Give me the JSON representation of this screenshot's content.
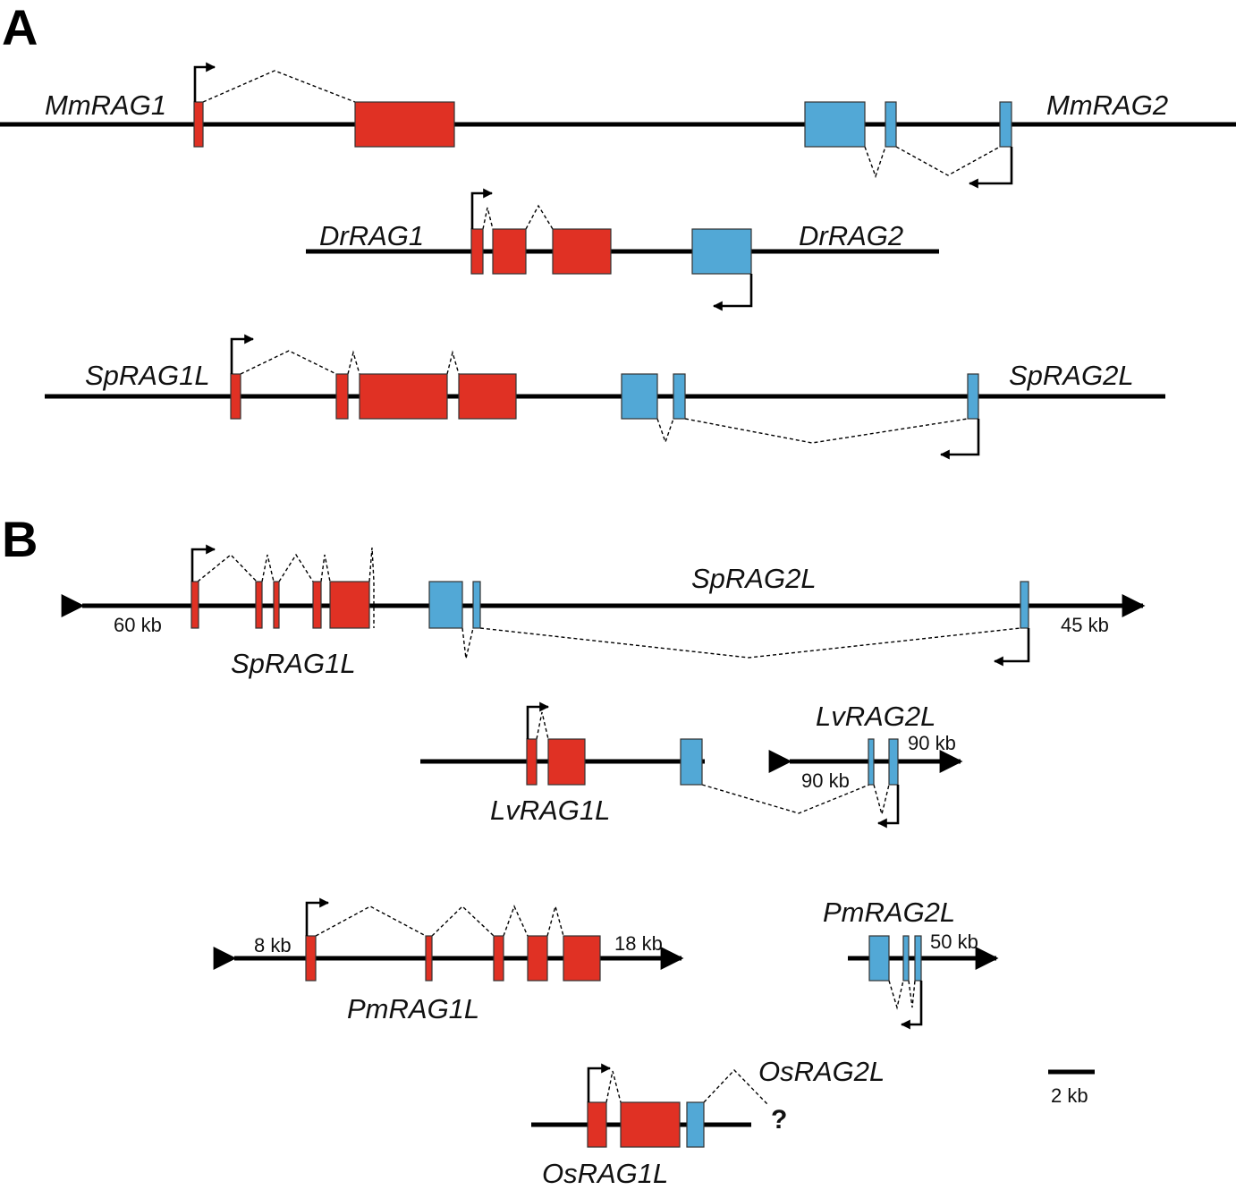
{
  "colors": {
    "rag1": "#E03124",
    "rag2": "#52A8D6",
    "line": "#000000"
  },
  "panels": {
    "a": "A",
    "b": "B"
  },
  "genes": {
    "mm_rag1": "MmRAG1",
    "mm_rag2": "MmRAG2",
    "dr_rag1": "DrRAG1",
    "dr_rag2": "DrRAG2",
    "sp_rag1l_a": "SpRAG1L",
    "sp_rag2l_a": "SpRAG2L",
    "sp_rag2l_b": "SpRAG2L",
    "sp_rag1l_b": "SpRAG1L",
    "lv_rag2l": "LvRAG2L",
    "lv_rag1l": "LvRAG1L",
    "pm_rag2l": "PmRAG2L",
    "pm_rag1l": "PmRAG1L",
    "os_rag2l": "OsRAG2L",
    "os_rag1l": "OsRAG1L"
  },
  "distances": {
    "sp_left": "60 kb",
    "sp_right": "45 kb",
    "lv_right": "90 kb",
    "lv_left": "90 kb",
    "pm_left": "8 kb",
    "pm_right": "18 kb",
    "pm2_right": "50 kb"
  },
  "unknown_mark": "?",
  "scale_bar": {
    "label": "2 kb"
  }
}
